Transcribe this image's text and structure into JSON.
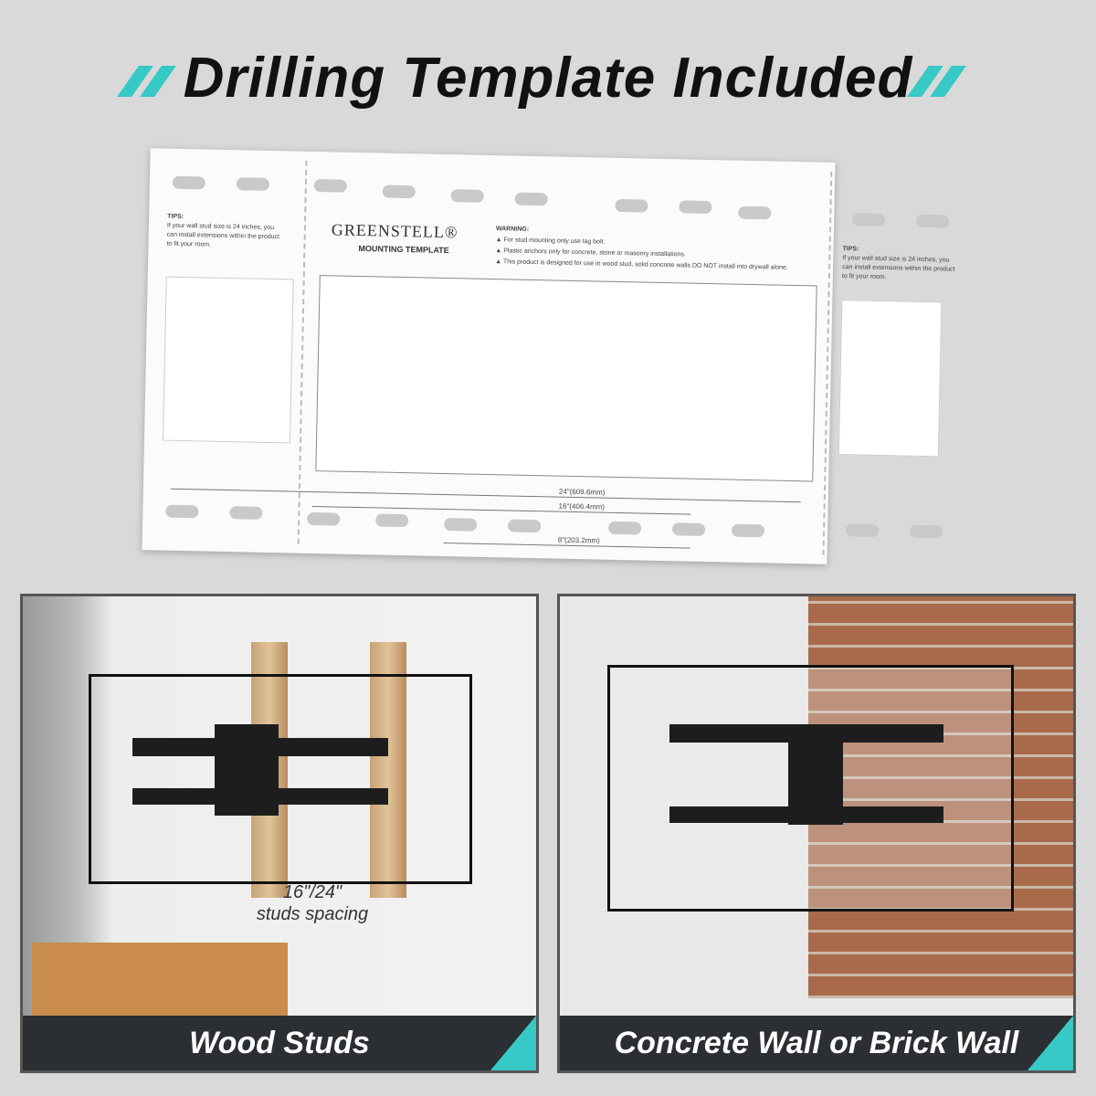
{
  "title": "Drilling Template Included",
  "template": {
    "brand": "GREENSTELL®",
    "subtitle": "MOUNTING TEMPLATE",
    "tips_label": "TIPS:",
    "tips_text": "If your wall stud size is 24 inches, you can install extensions within the product to fit your room.",
    "warning_label": "WARNING:",
    "warnings": [
      "For stud mounting only use lag bolt.",
      "Plastic anchors only for concrete, stone or masonry installations.",
      "This product is designed for use in wood stud, solid concrete walls DO NOT install into drywall alone."
    ],
    "dims": [
      "24\"(609.6mm)",
      "16\"(406.4mm)",
      "8\"(203.2mm)"
    ]
  },
  "cards": [
    {
      "label": "Wood Studs",
      "spacing_value": "16\"/24\"",
      "spacing_label": "studs spacing"
    },
    {
      "label": "Concrete Wall or Brick Wall"
    }
  ],
  "colors": {
    "accent": "#36c9c6",
    "bar": "#2b2f33"
  }
}
